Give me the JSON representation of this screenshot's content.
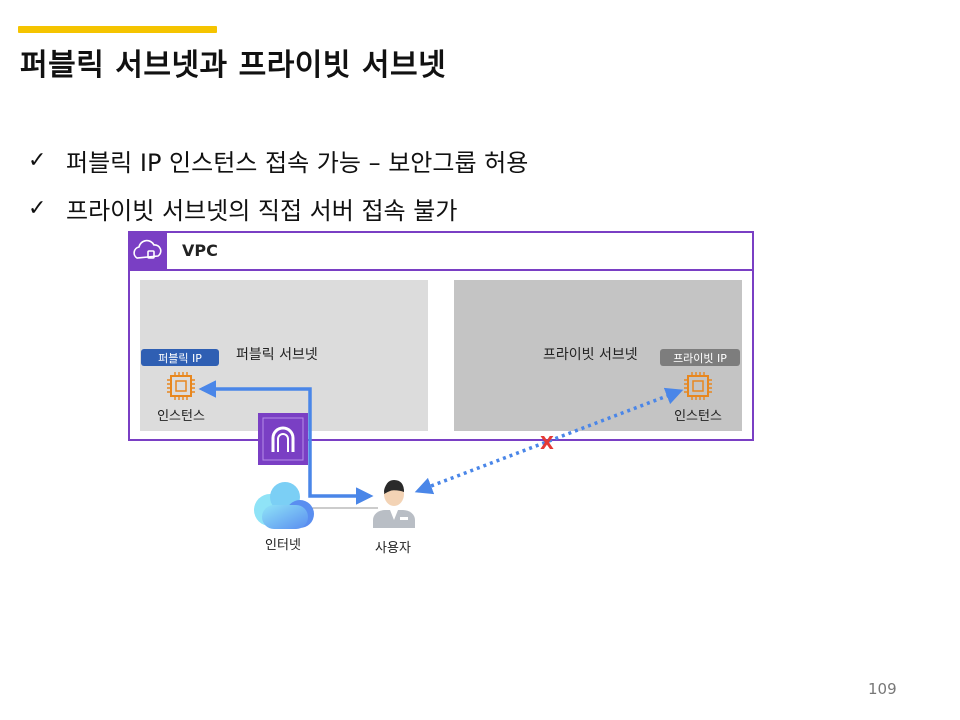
{
  "slide": {
    "title": "퍼블릭 서브넷과 프라이빗 서브넷",
    "bullets": [
      "퍼블릭 IP 인스턴스 접속 가능 – 보안그룹 허용",
      "프라이빗 서브넷의 직접 서버 접속 불가"
    ],
    "check_icon": "✓",
    "page_number": "109"
  },
  "diagram": {
    "vpc_label": "VPC",
    "public_subnet_label": "퍼블릭 서브넷",
    "private_subnet_label": "프라이빗 서브넷",
    "public_ip_badge": "퍼블릭 IP",
    "private_ip_badge": "프라이빗 IP",
    "public_instance_label": "인스턴스",
    "private_instance_label": "인스턴스",
    "internet_label": "인터넷",
    "user_label": "사용자",
    "blocked_mark": "X",
    "colors": {
      "accent": "#f5c400",
      "vpc_purple": "#7a3fc4",
      "arrow_blue": "#4a86e8",
      "blocked_red": "#e53935",
      "chip_orange": "#e8871e"
    }
  }
}
